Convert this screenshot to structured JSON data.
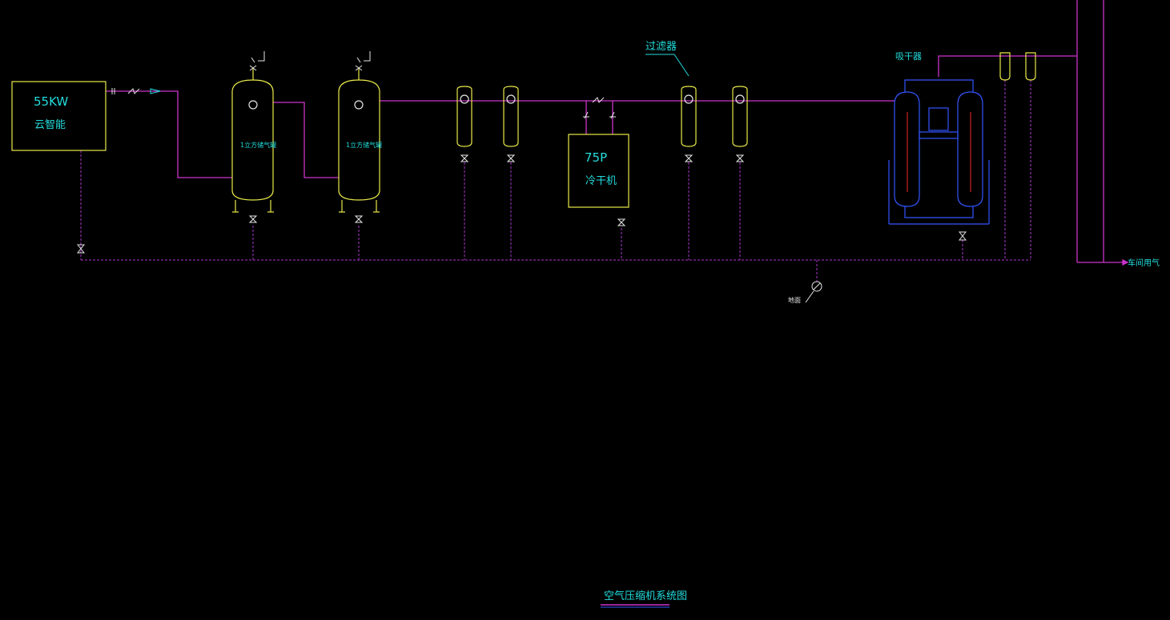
{
  "colors": {
    "background": "#000000",
    "pipe": "#cc33cc",
    "equipment_yellow": "#e8e84a",
    "label_cyan": "#22dddd",
    "equipment_blue": "#3355ff",
    "valve_white": "#e6e6e6"
  },
  "labels": {
    "compressor_power": "55KW",
    "compressor_name": "云智能",
    "tank1": "1立方储气罐",
    "tank2": "1立方储气罐",
    "dryer_power": "75P",
    "dryer_name": "冷干机",
    "filter_label": "过滤器",
    "adsorption_dryer": "吸干器",
    "outlet": "车间用气",
    "drain": "地面",
    "title": "空气压缩机系统图"
  },
  "icons": [
    "valve-icon",
    "check-valve-icon",
    "pressure-gauge-icon",
    "safety-valve-icon",
    "drain-icon"
  ]
}
